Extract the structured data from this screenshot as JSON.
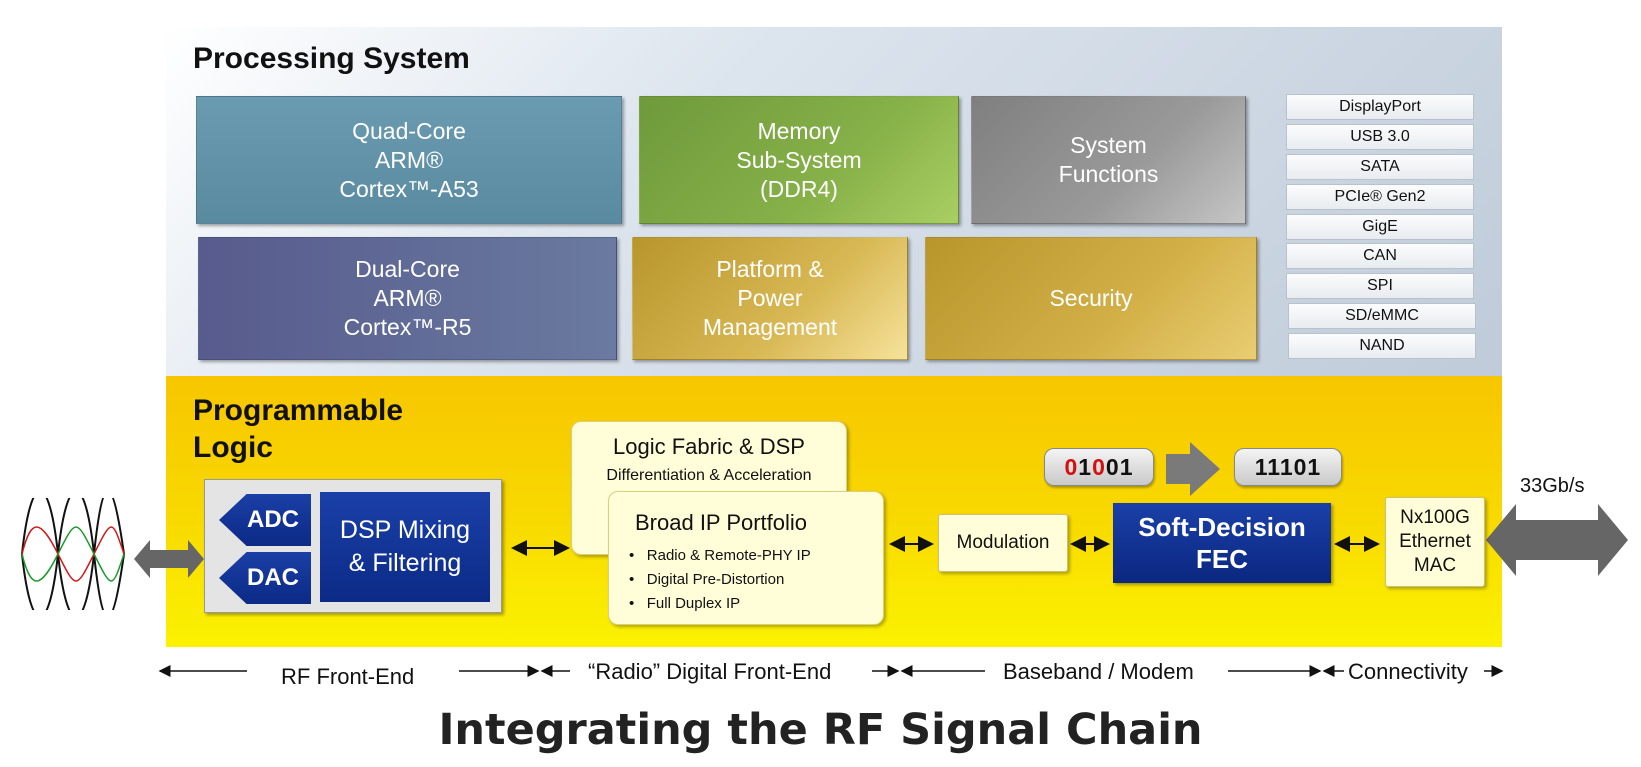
{
  "processing_system": {
    "title": "Processing System",
    "blocks": [
      {
        "id": "a53",
        "label": "Quad-Core\nARM®\nCortex™-A53",
        "color": "#5f8fa5"
      },
      {
        "id": "mem",
        "label": "Memory\nSub-System\n(DDR4)",
        "color": "#7ea545"
      },
      {
        "id": "sys",
        "label": "System\nFunctions",
        "color": "#9a9a9a"
      },
      {
        "id": "r5",
        "label": "Dual-Core\nARM®\nCortex™-R5",
        "color": "#5e6896"
      },
      {
        "id": "pwr",
        "label": "Platform &\nPower\nManagement",
        "color": "#d3b248"
      },
      {
        "id": "sec",
        "label": "Security",
        "color": "#d3b047"
      }
    ],
    "peripherals": [
      "DisplayPort",
      "USB 3.0",
      "SATA",
      "PCIe® Gen2",
      "GigE",
      "CAN",
      "SPI",
      "SD/eMMC",
      "NAND"
    ]
  },
  "programmable_logic": {
    "title_line1": "Programmable",
    "title_line2": "Logic",
    "adc": "ADC",
    "dac": "DAC",
    "dsp_mixing": "DSP Mixing\n& Filtering",
    "fabric": {
      "title": "Logic Fabric & DSP",
      "subtitle": "Differentiation & Acceleration"
    },
    "ip": {
      "title": "Broad IP Portfolio",
      "items": [
        "Radio & Remote-PHY IP",
        "Digital Pre-Distortion",
        "Full Duplex IP"
      ]
    },
    "modulation": "Modulation",
    "bits_in": {
      "d1": "0",
      "d2": "1",
      "d3": "0",
      "d4": "0",
      "d5": "1"
    },
    "bits_out": "11101",
    "fec": "Soft-Decision\nFEC",
    "mac": "Nx100G\nEthernet\nMAC",
    "rate": "33Gb/s"
  },
  "stages": {
    "rf": "RF Front-End",
    "radio": "“Radio” Digital Front-End",
    "baseband": "Baseband / Modem",
    "connectivity": "Connectivity"
  },
  "title": "Integrating the RF Signal Chain",
  "colors": {
    "accent_blue": "#0c2a86",
    "arrow_gray": "#666666",
    "pl_yellow": "#f8d800"
  }
}
